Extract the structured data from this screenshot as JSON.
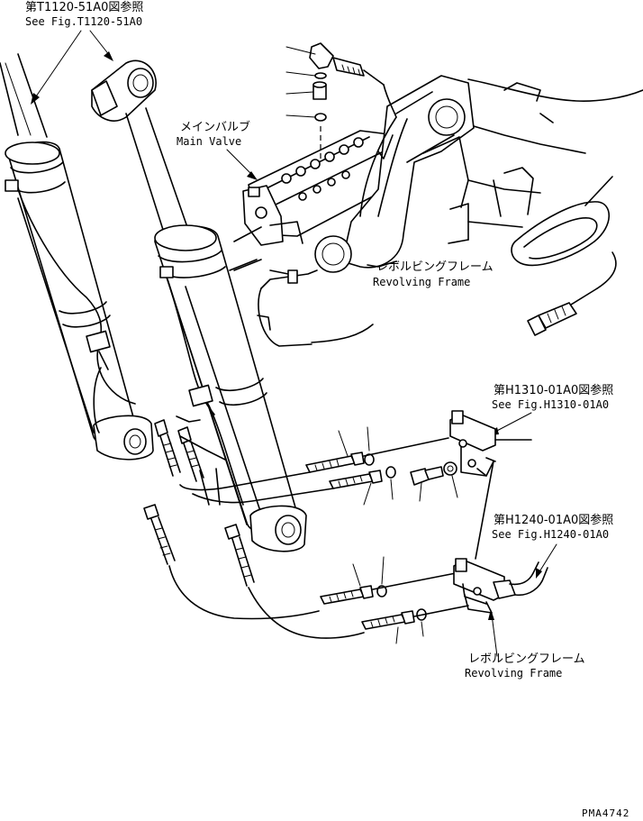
{
  "refs": {
    "t1120_jp": "第T1120-51A0図参照",
    "t1120_en": "See Fig.T1120-51A0",
    "h1310_jp": "第H1310-01A0図参照",
    "h1310_en": "See Fig.H1310-01A0",
    "h1240_jp": "第H1240-01A0図参照",
    "h1240_en": "See Fig.H1240-01A0"
  },
  "labels": {
    "main_valve_jp": "メインバルブ",
    "main_valve_en": "Main Valve",
    "revolving_frame_top_jp": "レボルビングフレーム",
    "revolving_frame_top_en": "Revolving Frame",
    "revolving_frame_bottom_jp": "レボルビングフレーム",
    "revolving_frame_bottom_en": "Revolving Frame"
  },
  "drawing_code": "PMA4742"
}
